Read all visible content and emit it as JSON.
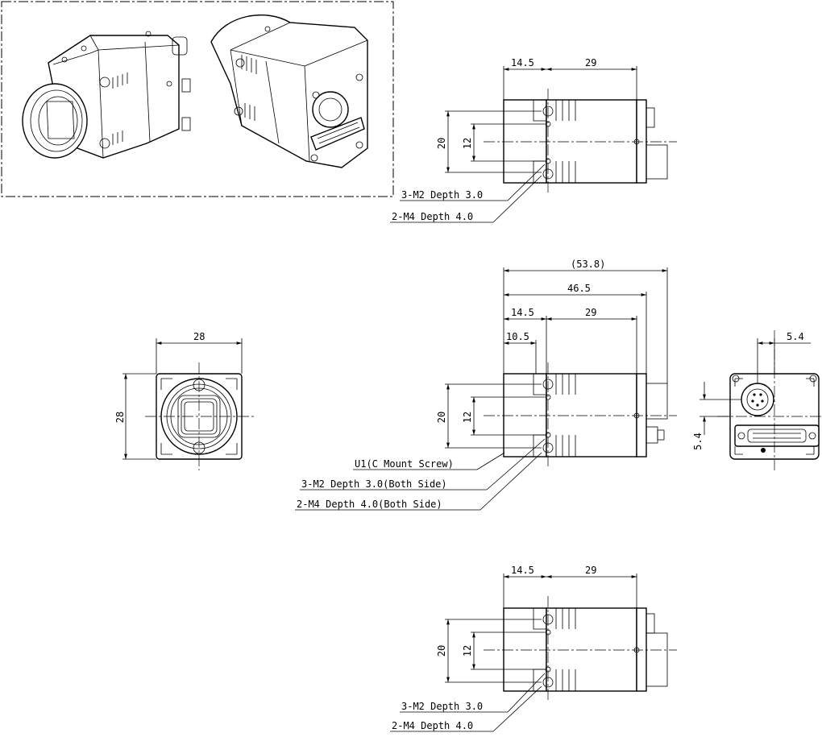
{
  "views": {
    "top": {
      "dim_flange": "14.5",
      "dim_body": "29",
      "dim_height_outer": "20",
      "dim_height_inner": "12",
      "callout_1": "3-M2 Depth 3.0",
      "callout_2": "2-M4 Depth 4.0"
    },
    "front": {
      "dim_width": "28",
      "dim_height": "28"
    },
    "side": {
      "dim_overall": "(53.8)",
      "dim_length": "46.5",
      "dim_flange": "14.5",
      "dim_body": "29",
      "dim_mount": "10.5",
      "dim_height_outer": "20",
      "dim_height_inner": "12",
      "callout_1": "U1(C Mount Screw)",
      "callout_2": "3-M2 Depth 3.0(Both Side)",
      "callout_3": "2-M4 Depth 4.0(Both Side)"
    },
    "rear": {
      "dim_horizontal": "5.4",
      "dim_vertical": "5.4"
    },
    "bottom": {
      "dim_flange": "14.5",
      "dim_body": "29",
      "dim_height_outer": "20",
      "dim_height_inner": "12",
      "callout_1": "3-M2 Depth 3.0",
      "callout_2": "2-M4 Depth 4.0"
    }
  }
}
